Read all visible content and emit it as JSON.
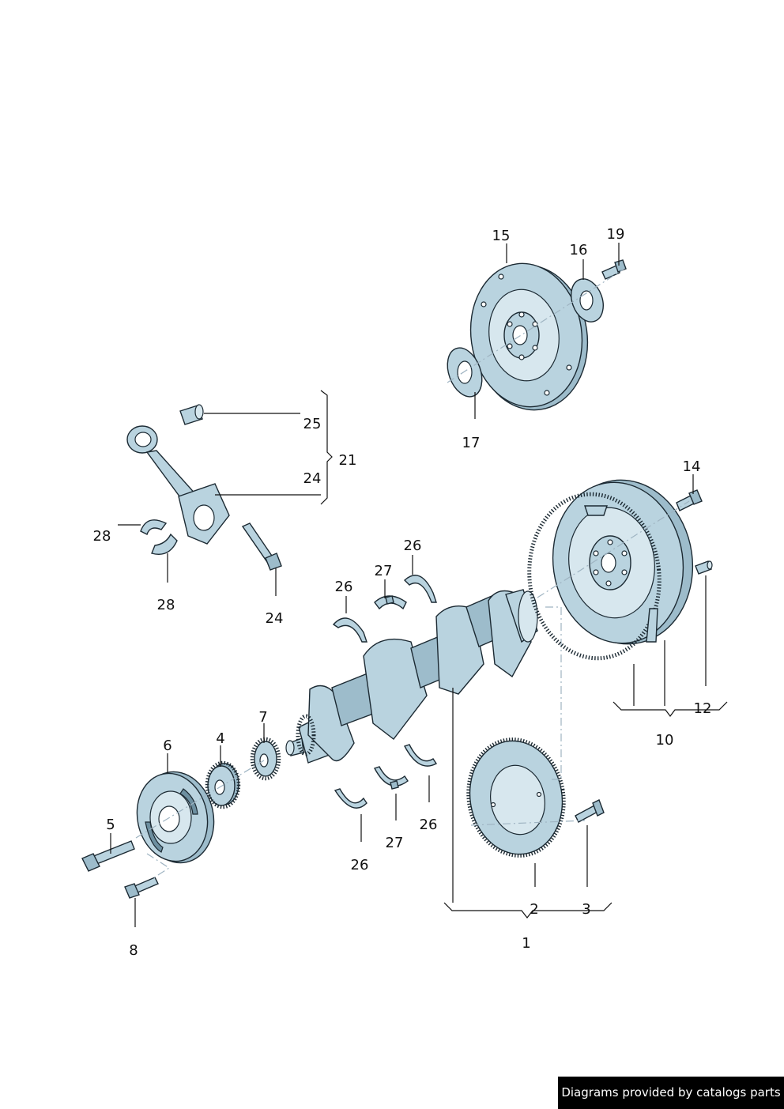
{
  "labels": {
    "l1": "1",
    "l2": "2",
    "l3": "3",
    "l4": "4",
    "l5": "5",
    "l6": "6",
    "l7": "7",
    "l8": "8",
    "l10": "10",
    "l12": "12",
    "l14": "14",
    "l15": "15",
    "l16": "16",
    "l17": "17",
    "l19": "19",
    "l21": "21",
    "l24a": "24",
    "l24b": "24",
    "l25": "25",
    "l26a": "26",
    "l26b": "26",
    "l26c": "26",
    "l26d": "26",
    "l27a": "27",
    "l27b": "27",
    "l28a": "28",
    "l28b": "28"
  },
  "footer": {
    "credit": "Diagrams provided by catalogs parts"
  },
  "colors": {
    "part_fill": "#b9d3df",
    "part_shade": "#9dbccb",
    "line": "#1c2a33",
    "background": "#ffffff"
  }
}
